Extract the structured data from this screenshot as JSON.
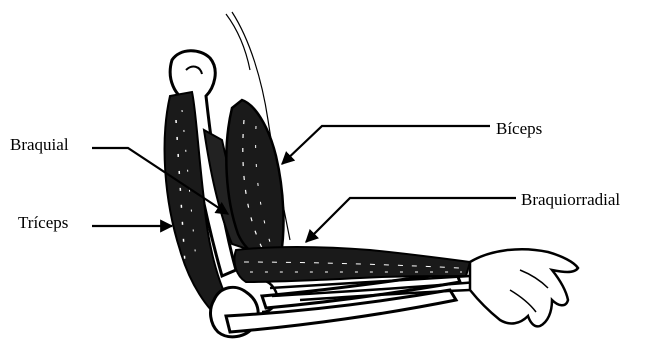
{
  "labels": {
    "biceps": "Bíceps",
    "braquial": "Braquial",
    "braquiorradial": "Braquiorradial",
    "triceps": "Tríceps"
  },
  "colors": {
    "ink": "#000000",
    "background": "#ffffff",
    "muscle": "#1a1a1a"
  }
}
